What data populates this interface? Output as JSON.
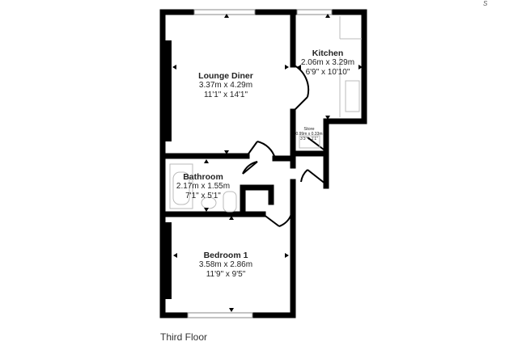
{
  "compass": "S",
  "floor_label": "Third Floor",
  "rooms": [
    {
      "name": "Lounge Diner",
      "metric": "3.37m x 4.29m",
      "imperial": "11'1\" x 14'1\""
    },
    {
      "name": "Kitchen",
      "metric": "2.06m x 3.29m",
      "imperial": "6'9\" x 10'10\""
    },
    {
      "name": "Store",
      "metric": "0.99m x 0.33m",
      "imperial": "3'3\" x 1'1\""
    },
    {
      "name": "Bathroom",
      "metric": "2.17m x 1.55m",
      "imperial": "7'1\" x 5'1\""
    },
    {
      "name": "Bedroom 1",
      "metric": "3.58m x 2.86m",
      "imperial": "11'9\" x 9'5\""
    }
  ]
}
